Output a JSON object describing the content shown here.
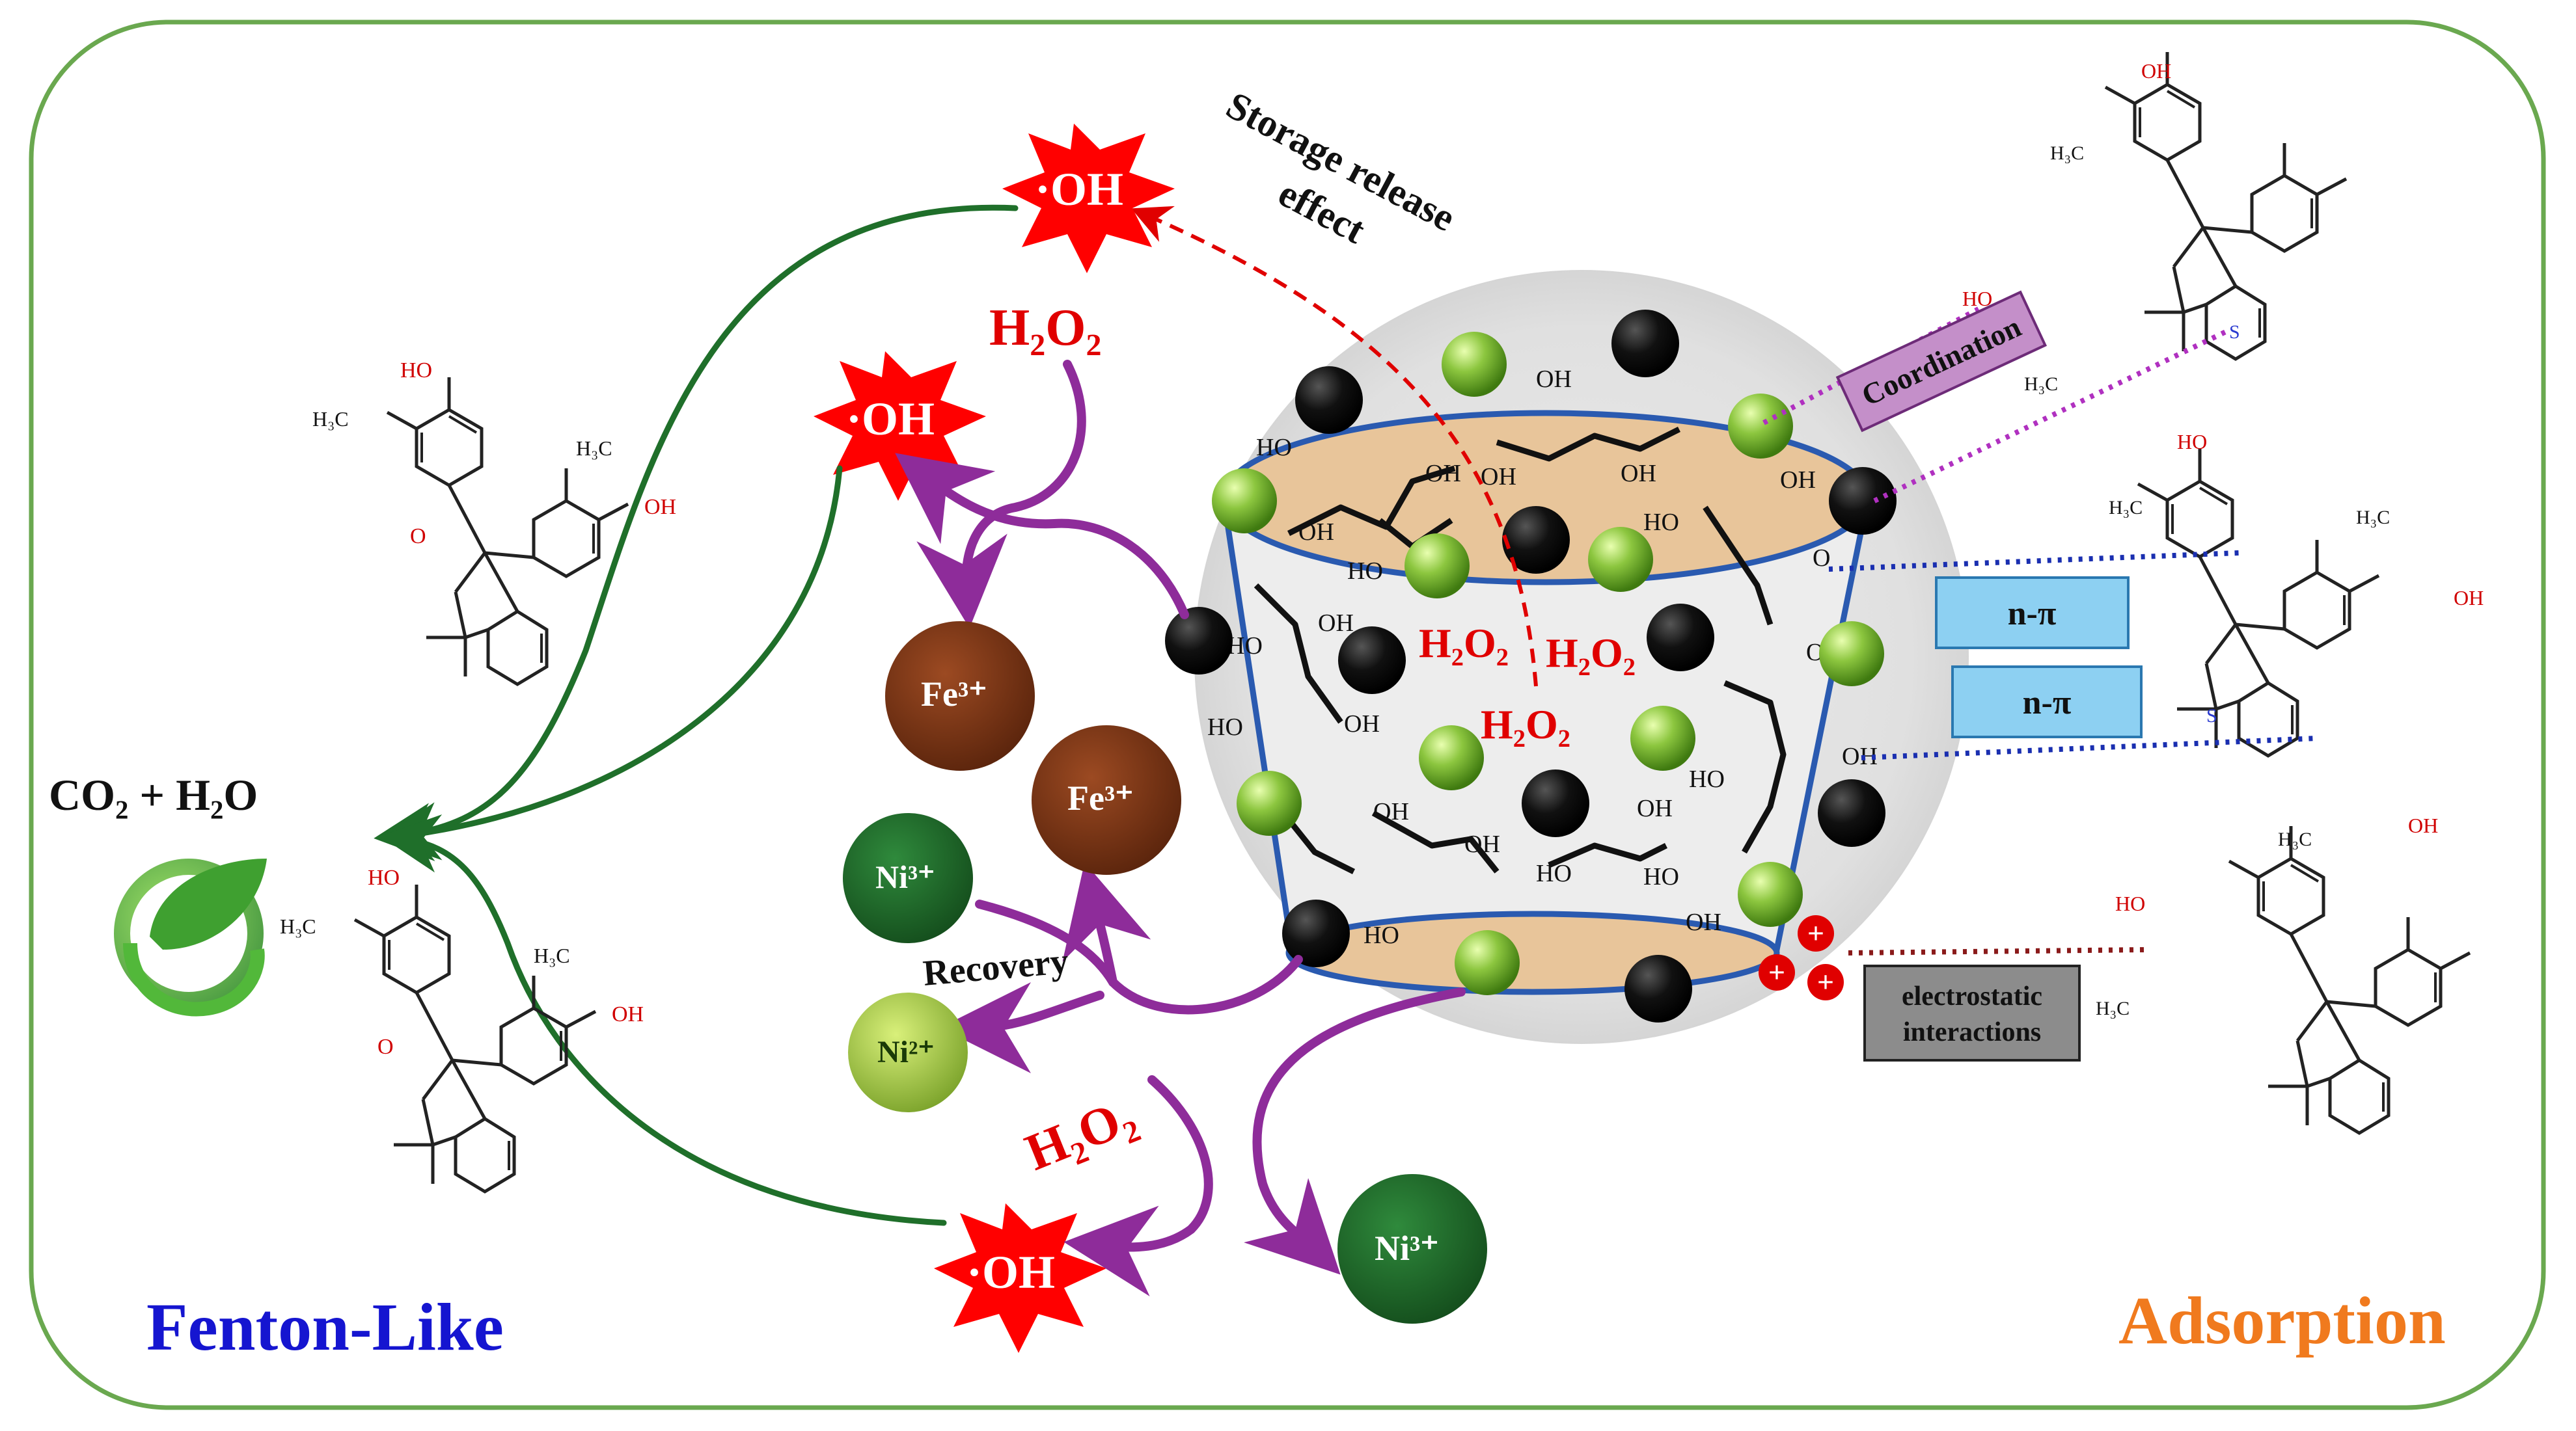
{
  "panels": {
    "left_title": "Fenton-Like",
    "right_title": "Adsorption"
  },
  "labels": {
    "co2_h2o": "CO₂ + H₂O",
    "storage_release_line1": "Storage release",
    "storage_release_line2": "effect",
    "recovery": "Recovery",
    "coordination": "Coordination",
    "n_pi_1": "n-π",
    "n_pi_2": "n-π",
    "electrostatic_line1": "electrostatic",
    "electrostatic_line2": "interactions",
    "h2o2": "H₂O₂",
    "oh_radical": "·OH",
    "fe3": "Fe³⁺",
    "ni3": "Ni³⁺",
    "ni2": "Ni²⁺",
    "plus": "+",
    "oh_group": "OH",
    "ho_group": "HO",
    "ch3_group": "H₃C",
    "o_atom": "O",
    "s_atom": "S"
  },
  "colors": {
    "border": "#6aa84f",
    "fenton_blue": "#1515d0",
    "adsorption_orange": "#f07a1e",
    "radical_red": "#ff0000",
    "purple_arrow": "#8e2c9a",
    "green_arrow": "#1f6f2a",
    "fe_brown": "#7a3414",
    "ni3_green": "#1f6b2c",
    "ni2_lightgreen": "#9cc83a",
    "cd_ring": "#e8c59a",
    "cd_outline": "#2a5ab0",
    "coordination_fill": "#c48fc9",
    "npi_fill": "#8dd0f2",
    "electro_fill": "#8c8c8c",
    "sphere_gray": "#e3e3e3"
  }
}
